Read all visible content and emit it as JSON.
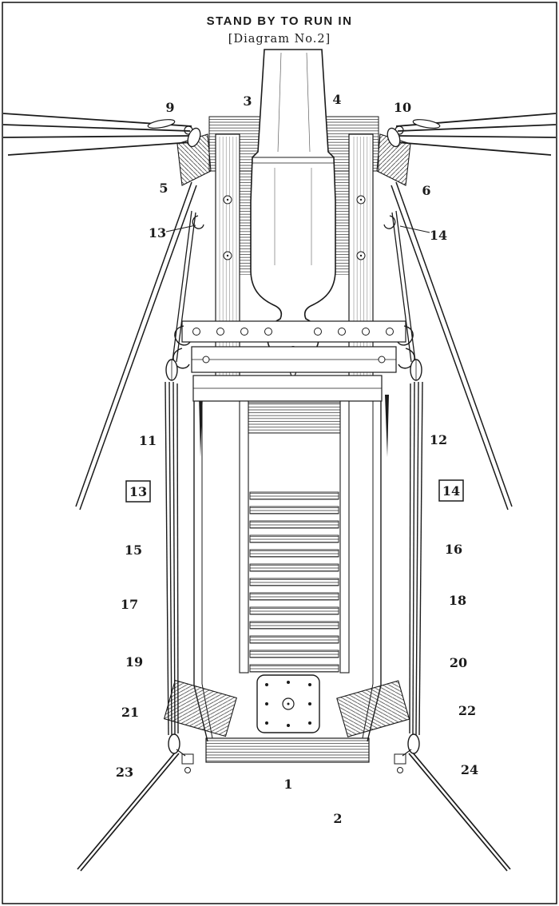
{
  "page": {
    "title": "STAND BY TO RUN IN",
    "subtitle": "[Diagram No.2]"
  },
  "colors": {
    "ink": "#1b1b1b",
    "paper": "#ffffff"
  },
  "labels": [
    {
      "text": "9"
    },
    {
      "text": "3"
    },
    {
      "text": "4"
    },
    {
      "text": "10"
    },
    {
      "text": "5"
    },
    {
      "text": "6"
    },
    {
      "text": "13"
    },
    {
      "text": "14"
    },
    {
      "text": "11"
    },
    {
      "text": "12"
    },
    {
      "text": "13",
      "boxed": true
    },
    {
      "text": "14",
      "boxed": true
    },
    {
      "text": "15"
    },
    {
      "text": "16"
    },
    {
      "text": "17"
    },
    {
      "text": "18"
    },
    {
      "text": "19"
    },
    {
      "text": "20"
    },
    {
      "text": "21"
    },
    {
      "text": "22"
    },
    {
      "text": "23"
    },
    {
      "text": "24"
    },
    {
      "text": "1"
    },
    {
      "text": "2"
    }
  ]
}
